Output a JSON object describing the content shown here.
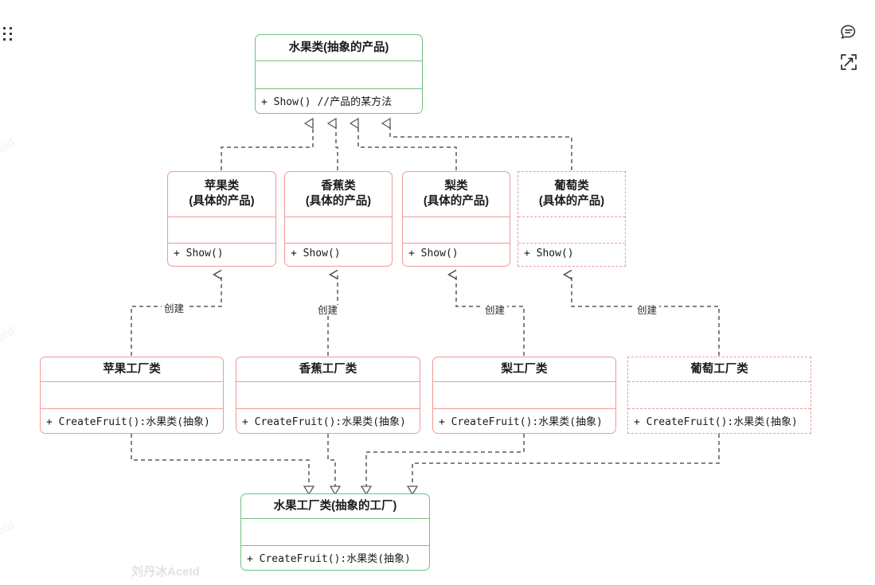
{
  "diagram": {
    "title_watermark": "刘丹冰AceId",
    "side_watermarks": [
      "eId",
      "eId",
      "eId"
    ],
    "colors": {
      "abstract_border": "#73c088",
      "concrete_border": "#ef9a9a",
      "edge": "#5a5a5a",
      "background": "#ffffff"
    },
    "nodes": [
      {
        "id": "fruit-abstract",
        "title_lines": [
          "水果类(抽象的产品)"
        ],
        "operations": "+ Show()  //产品的某方法",
        "style": "green-solid"
      },
      {
        "id": "apple-product",
        "title_lines": [
          "苹果类",
          "(具体的产品)"
        ],
        "operations": "+ Show()",
        "style": "pink-solid"
      },
      {
        "id": "banana-product",
        "title_lines": [
          "香蕉类",
          "(具体的产品)"
        ],
        "operations": "+ Show()",
        "style": "pink-solid"
      },
      {
        "id": "pear-product",
        "title_lines": [
          "梨类",
          "(具体的产品)"
        ],
        "operations": "+ Show()",
        "style": "pink-solid"
      },
      {
        "id": "grape-product",
        "title_lines": [
          "葡萄类",
          "(具体的产品)"
        ],
        "operations": "+ Show()",
        "style": "pink-dashed"
      },
      {
        "id": "apple-factory",
        "title_lines": [
          "苹果工厂类"
        ],
        "operations": "+ CreateFruit():水果类(抽象)",
        "style": "pink-solid"
      },
      {
        "id": "banana-factory",
        "title_lines": [
          "香蕉工厂类"
        ],
        "operations": "+ CreateFruit():水果类(抽象)",
        "style": "pink-solid"
      },
      {
        "id": "pear-factory",
        "title_lines": [
          "梨工厂类"
        ],
        "operations": "+ CreateFruit():水果类(抽象)",
        "style": "pink-solid"
      },
      {
        "id": "grape-factory",
        "title_lines": [
          "葡萄工厂类"
        ],
        "operations": "+ CreateFruit():水果类(抽象)",
        "style": "pink-dashed"
      },
      {
        "id": "fruit-factory-abstract",
        "title_lines": [
          "水果工厂类(抽象的工厂)"
        ],
        "operations": "+ CreateFruit():水果类(抽象)",
        "style": "green-solid"
      }
    ],
    "edge_labels": [
      {
        "id": "create-apple",
        "text": "创建"
      },
      {
        "id": "create-banana",
        "text": "创建"
      },
      {
        "id": "create-pear",
        "text": "创建"
      },
      {
        "id": "create-grape",
        "text": "创建"
      }
    ]
  },
  "toolbar": {
    "comment_icon": "comment-bubble-icon",
    "fullscreen_icon": "fullscreen-expand-icon",
    "drag_icon": "drag-dots-icon"
  }
}
